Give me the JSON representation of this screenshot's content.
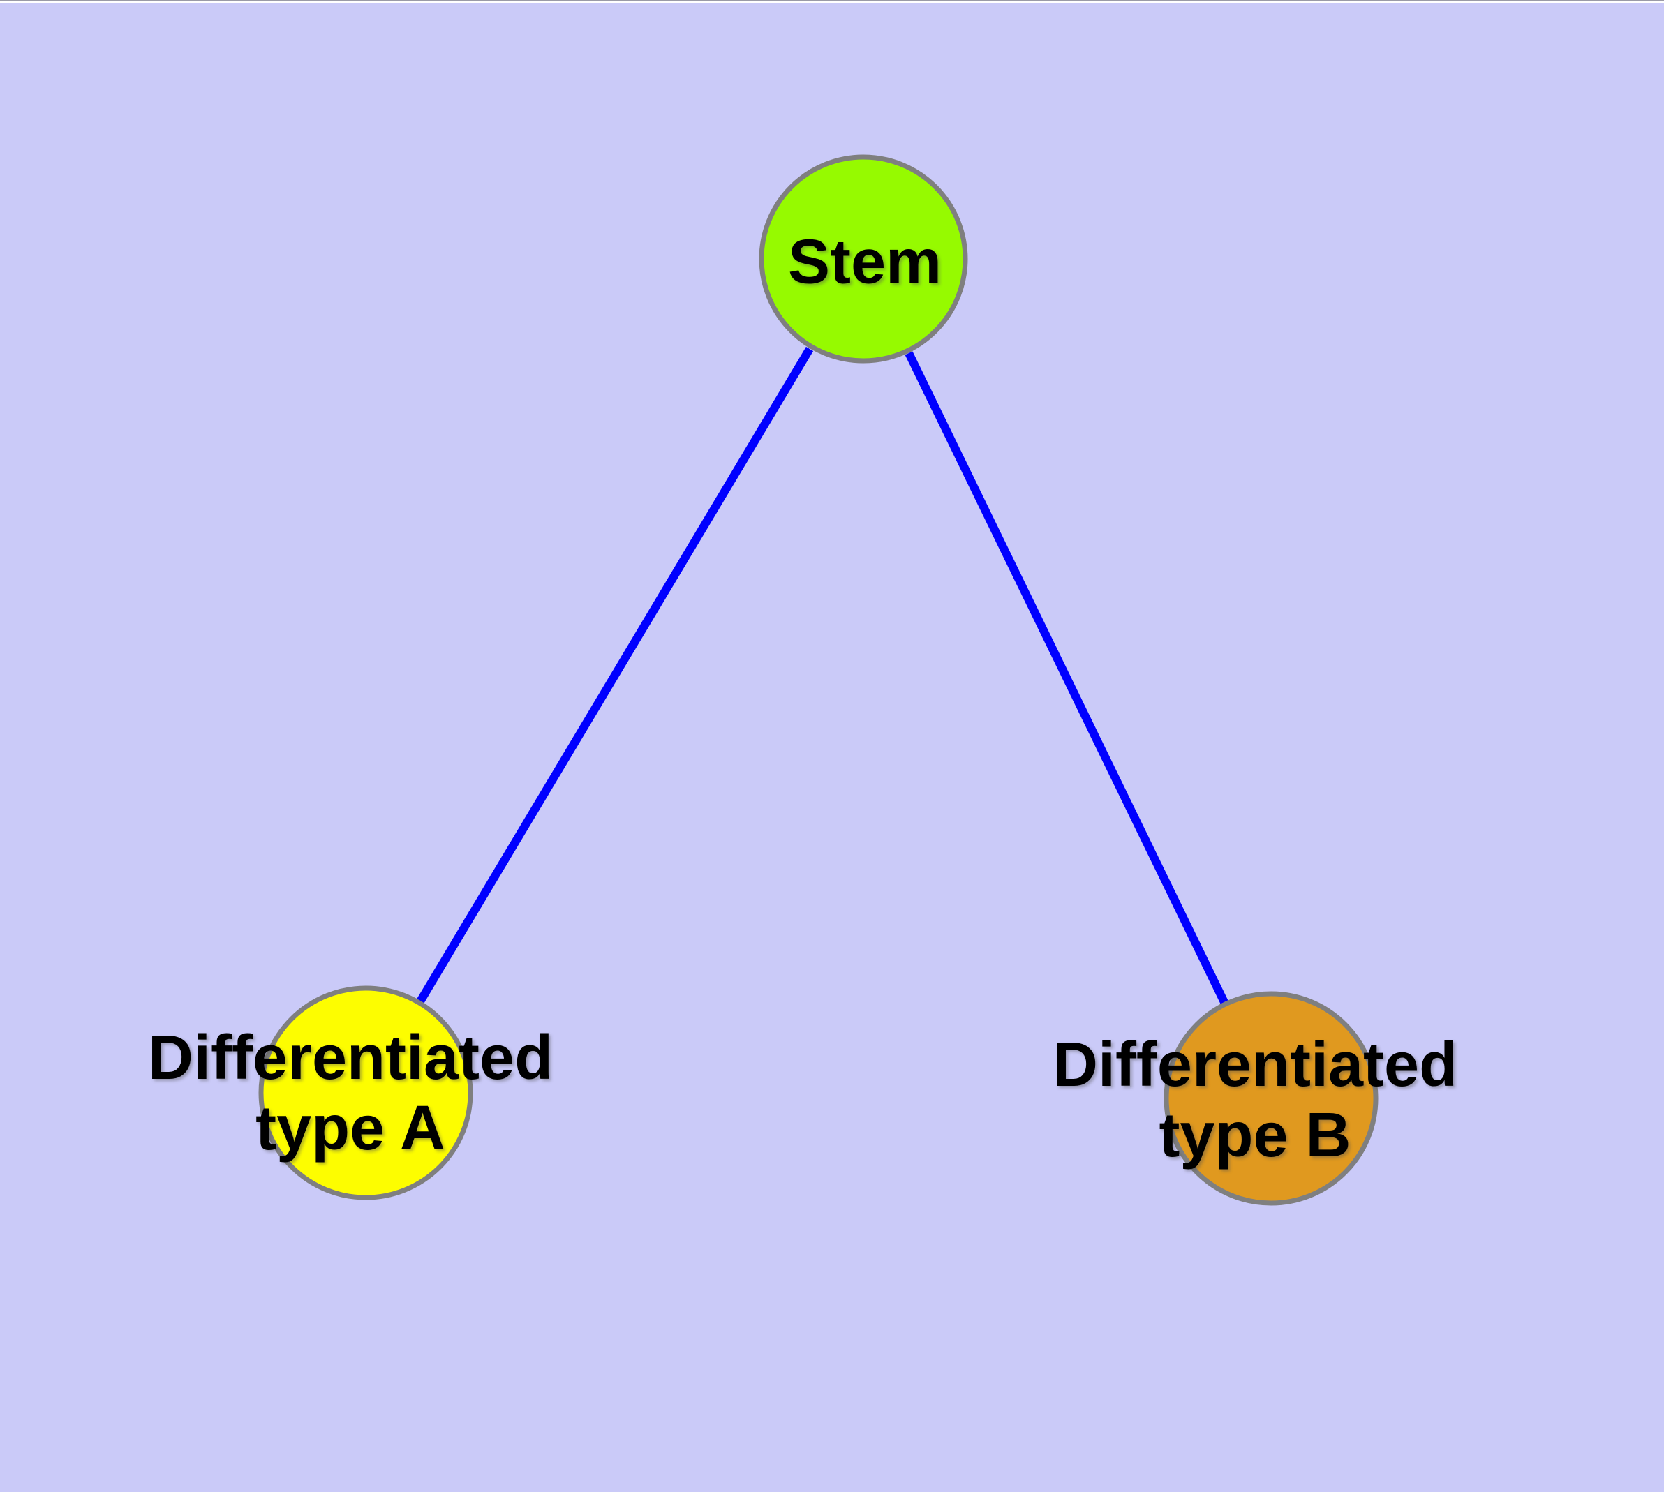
{
  "canvas": {
    "background_color": "#cacaf8",
    "top_edge_color": "#ffffff"
  },
  "styles": {
    "edge_color": "#0000ff",
    "node_border_color": "#7f7f7f",
    "text_color": "#000000"
  },
  "nodes": [
    {
      "id": "stem",
      "label": "Stem",
      "fill": "#96fa00"
    },
    {
      "id": "type-a",
      "label_line1": "Differentiated",
      "label_line2": "type A",
      "fill": "#fdfd00"
    },
    {
      "id": "type-b",
      "label_line1": "Differentiated",
      "label_line2": "type B",
      "fill": "#e0991f"
    }
  ],
  "edges": [
    {
      "from": "Stem",
      "to": "Differentiated type A"
    },
    {
      "from": "Stem",
      "to": "Differentiated type B"
    }
  ]
}
